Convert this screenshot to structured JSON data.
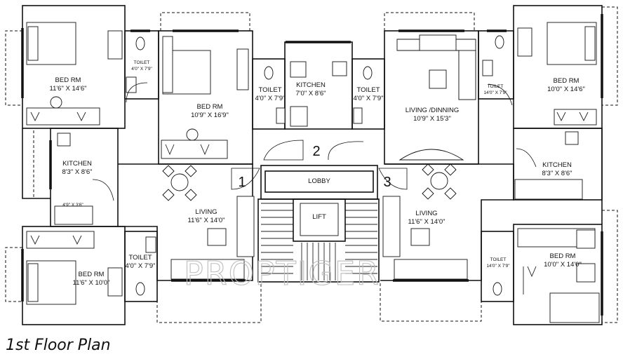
{
  "caption": "1st Floor Plan",
  "watermark": "PROPTIGER",
  "numbers": [
    "1",
    "2",
    "3"
  ],
  "rooms": {
    "bed_nw": {
      "label": "BED RM",
      "dim": "11'6\" X 14'6\""
    },
    "toilet_nw": {
      "label": "TOILET",
      "dim": "4'0\" X 7'9\""
    },
    "bed_mid": {
      "label": "BED RM",
      "dim": "10'9\" X 16'9\""
    },
    "toilet_c1": {
      "label": "TOILET",
      "dim": "4'0\" X 7'9\""
    },
    "kitchen_c": {
      "label": "KITCHEN",
      "dim": "7'0\" X 8'6\""
    },
    "toilet_c2": {
      "label": "TOILET",
      "dim": "4'0\" X 7'9\""
    },
    "living_dinning": {
      "label": "LIVING /DINNING",
      "dim": "10'9\" X 15'3\""
    },
    "toilet_ne": {
      "label": "TOILET",
      "dim": "14'0\" X 7'9\""
    },
    "bed_ne": {
      "label": "BED RM",
      "dim": "10'0\" X 14'6\""
    },
    "kitchen_w": {
      "label": "KITCHEN",
      "dim": "8'3\" X 8'6\""
    },
    "utility_w": {
      "label": "4'9\" X 3'6\""
    },
    "kitchen_e": {
      "label": "KITCHEN",
      "dim": "8'3\" X 8'6\""
    },
    "lobby": {
      "label": "LOBBY"
    },
    "lift": {
      "label": "LIFT"
    },
    "living_w": {
      "label": "LIVING",
      "dim": "11'6\" X 14'0\""
    },
    "living_e": {
      "label": "LIVING",
      "dim": "11'6\" X 14'0\""
    },
    "bed_sw": {
      "label": "BED RM",
      "dim": "11'6\" X 10'0\""
    },
    "toilet_sw": {
      "label": "TOILET",
      "dim": "4'0\" X 7'9\""
    },
    "toilet_se": {
      "label": "TOILET",
      "dim": "14'0\" X 7'9\""
    },
    "bed_se": {
      "label": "BED RM",
      "dim": "10'0\" X 14'0\""
    }
  }
}
